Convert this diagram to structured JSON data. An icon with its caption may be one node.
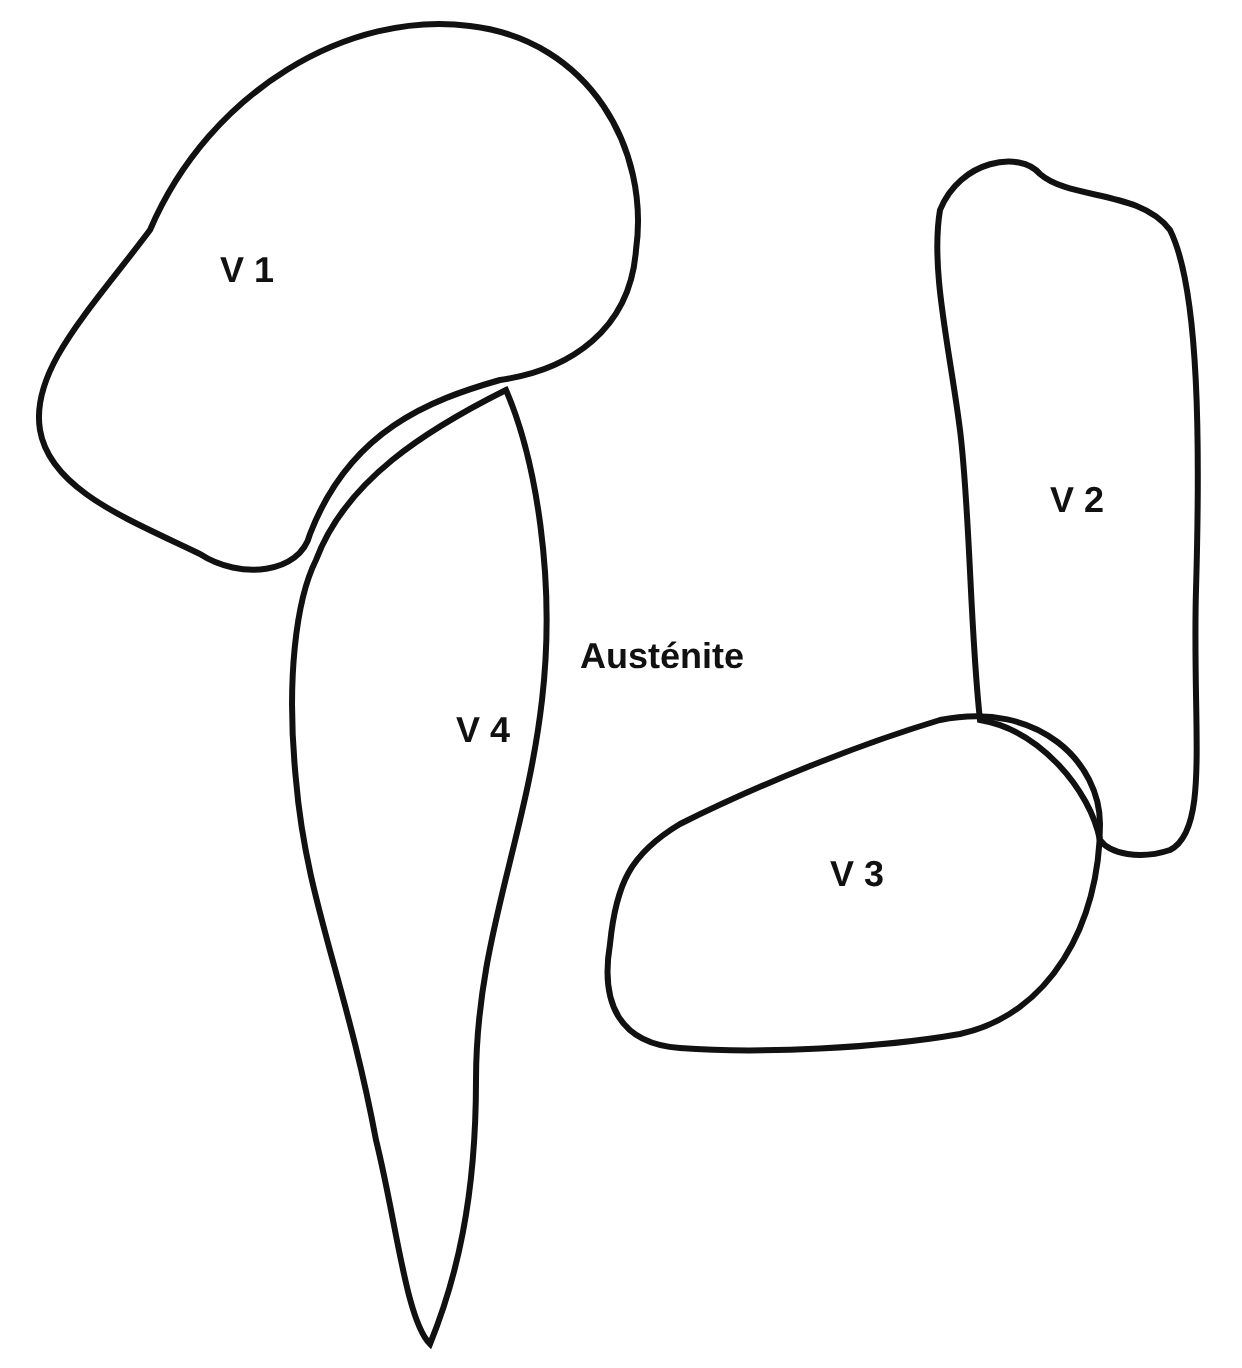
{
  "diagram": {
    "nodes": [
      {
        "text": [
          "V 1"
        ]
      },
      {
        "text": [
          "V 2"
        ]
      },
      {
        "text": [
          "V 4"
        ]
      },
      {
        "text": [
          "V 3"
        ]
      }
    ],
    "labels": [
      "Austénite"
    ]
  }
}
